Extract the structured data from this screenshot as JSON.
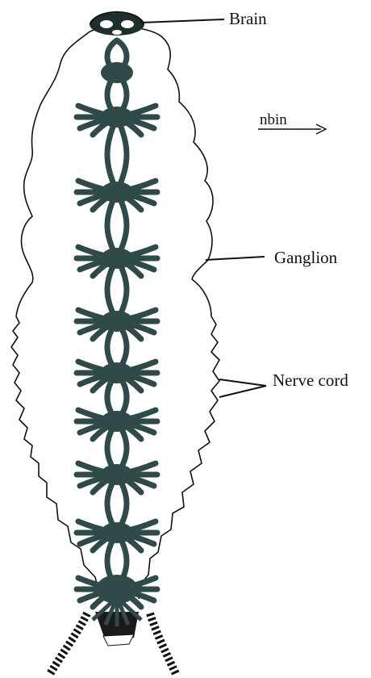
{
  "diagram": {
    "labels": {
      "brain": "Brain",
      "fragment": "nbin",
      "ganglion": "Ganglion",
      "nerve_cord": "Nerve cord"
    },
    "colors": {
      "ink": "#111111",
      "nerve": "#2f4a48",
      "background": "#ffffff"
    }
  }
}
